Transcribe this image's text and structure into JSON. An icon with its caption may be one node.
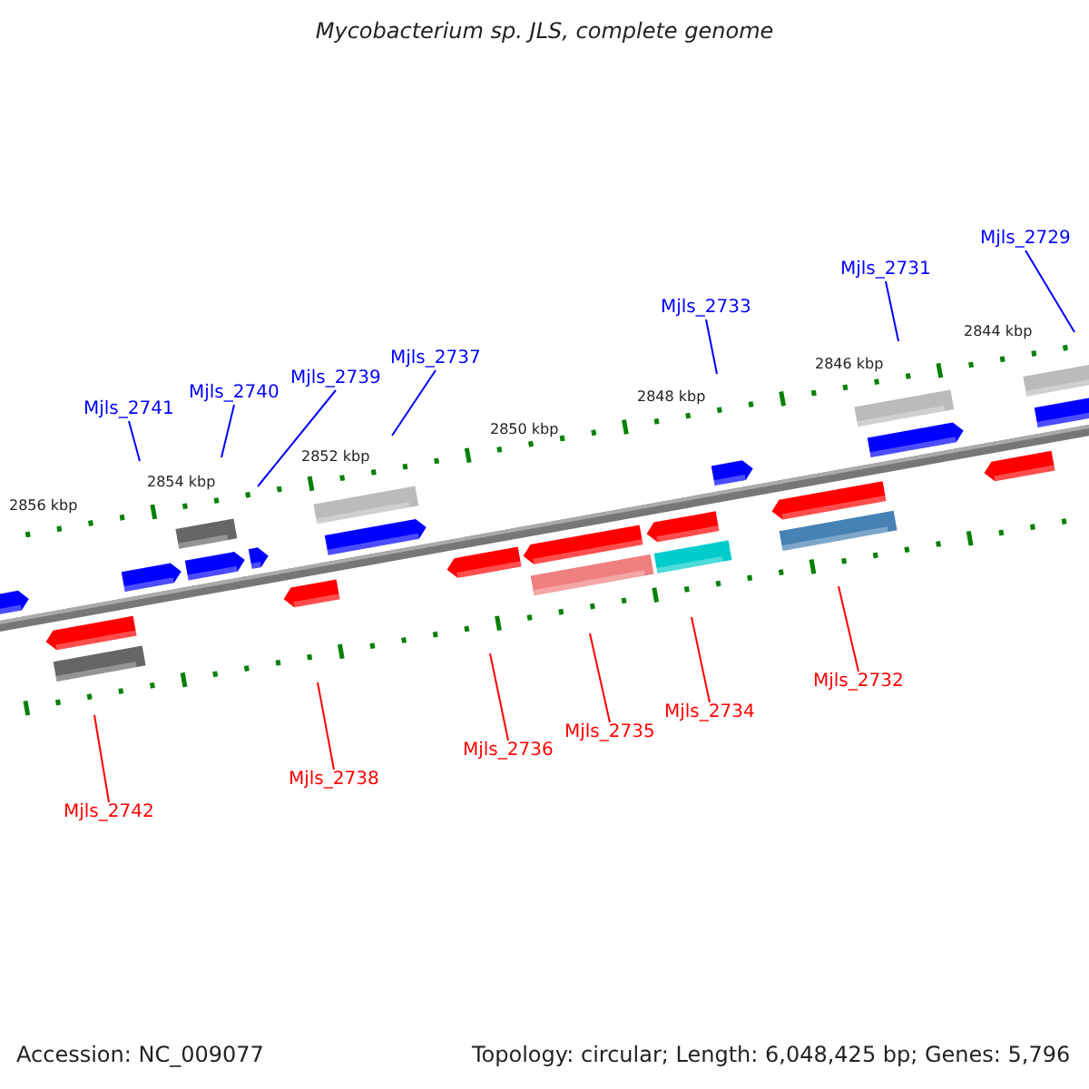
{
  "diagram": {
    "title": "Mycobacterium sp. JLS, complete genome",
    "nodes": [
      {
        "text": [
          "Mjls_2741"
        ]
      },
      {
        "text": [
          "Mjls_2740"
        ]
      },
      {
        "text": [
          "Mjls_2739"
        ]
      },
      {
        "text": [
          "Mjls_2737"
        ]
      },
      {
        "text": [
          "Mjls_2733"
        ]
      },
      {
        "text": [
          "Mjls_2731"
        ]
      },
      {
        "text": [
          "Mjls_2729"
        ]
      },
      {
        "text": [
          "Mjls_2742"
        ]
      },
      {
        "text": [
          "Mjls_2738"
        ]
      },
      {
        "text": [
          "Mjls_2736"
        ]
      },
      {
        "text": [
          "Mjls_2735"
        ]
      },
      {
        "text": [
          "Mjls_2734"
        ]
      },
      {
        "text": [
          "Mjls_2732"
        ]
      }
    ],
    "edges": [
      {
        "from": 0,
        "to": null,
        "arrow": "none"
      },
      {
        "from": 1,
        "to": null,
        "arrow": "none"
      },
      {
        "from": 2,
        "to": null,
        "arrow": "none"
      },
      {
        "from": 3,
        "to": null,
        "arrow": "none"
      },
      {
        "from": 4,
        "to": null,
        "arrow": "none"
      },
      {
        "from": 5,
        "to": null,
        "arrow": "none"
      },
      {
        "from": 6,
        "to": null,
        "arrow": "none"
      },
      {
        "from": 7,
        "to": null,
        "arrow": "none",
        "color": "#ff0000"
      },
      {
        "from": 8,
        "to": null,
        "arrow": "none",
        "color": "#ff0000"
      },
      {
        "from": 9,
        "to": null,
        "arrow": "none",
        "color": "#ff0000"
      },
      {
        "from": 10,
        "to": null,
        "arrow": "none",
        "color": "#ff0000"
      },
      {
        "from": 11,
        "to": null,
        "arrow": "none",
        "color": "#ff0000"
      },
      {
        "from": 12,
        "to": null,
        "arrow": "none",
        "color": "#ff0000"
      }
    ],
    "labels": [
      "2856 kbp",
      "2854 kbp",
      "2852 kbp",
      "2850 kbp",
      "2848 kbp",
      "2846 kbp",
      "2844 kbp",
      "Accession: NC_009077",
      "Topology: circular; Length: 6,048,425 bp; Genes: 5,796"
    ]
  }
}
